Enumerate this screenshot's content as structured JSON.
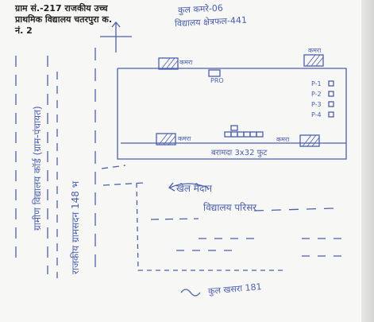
{
  "header": {
    "line1": "ग्राम सं.-217 राजकीय उच्च",
    "line2": "प्राथमिक विद्यालय चतरपुरा क.",
    "line3": "नं. 2"
  },
  "top_note": {
    "line1": "कुल कमरे-06",
    "line2": "विद्यालय क्षेत्रफल-441"
  },
  "left_margin": {
    "road1": "ग्रामीण विद्यालय कॉर्ड (ग्राम-पंचायत)",
    "road2": "राजकीय ग्रामसदन 148 भ"
  },
  "plan": {
    "room_top_left": "कमरा",
    "room_top_mid": "PRO",
    "room_top_right": "कमरा",
    "room_bottom_left": "कमरा",
    "room_bottom_right": "कमरा",
    "legend": [
      "P-1",
      "P-2",
      "P-3",
      "P-4"
    ],
    "boundary": "बरामदा 3x32 फुट"
  },
  "annotations": {
    "playground": "खेल मैदान",
    "school_campus": "विद्यालय परिसर",
    "bottom_note": "कुल खसरा 181"
  },
  "colors": {
    "ink": "#4b5fb0",
    "print": "#222222"
  }
}
